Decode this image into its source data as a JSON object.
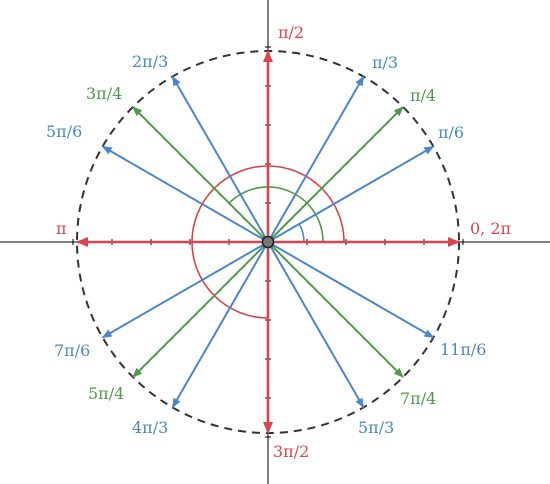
{
  "colors": {
    "blue": "#4a86c8",
    "green": "#4f9a4a",
    "red": "#d9454a",
    "circle": "#333333",
    "axis": "#000000"
  },
  "angles": [
    {
      "id": "0",
      "deg": 0,
      "label": "0, 2π",
      "group": "red"
    },
    {
      "id": "pi6",
      "deg": 30,
      "label": "π/6",
      "group": "blue"
    },
    {
      "id": "pi4",
      "deg": 45,
      "label": "π/4",
      "group": "green"
    },
    {
      "id": "pi3",
      "deg": 60,
      "label": "π/3",
      "group": "blue"
    },
    {
      "id": "pi2",
      "deg": 90,
      "label": "π/2",
      "group": "red"
    },
    {
      "id": "2pi3",
      "deg": 120,
      "label": "2π/3",
      "group": "blue"
    },
    {
      "id": "3pi4",
      "deg": 135,
      "label": "3π/4",
      "group": "green"
    },
    {
      "id": "5pi6",
      "deg": 150,
      "label": "5π/6",
      "group": "blue"
    },
    {
      "id": "pi",
      "deg": 180,
      "label": "π",
      "group": "red"
    },
    {
      "id": "7pi6",
      "deg": 210,
      "label": "7π/6",
      "group": "blue"
    },
    {
      "id": "5pi4",
      "deg": 225,
      "label": "5π/4",
      "group": "green"
    },
    {
      "id": "4pi3",
      "deg": 240,
      "label": "4π/3",
      "group": "blue"
    },
    {
      "id": "3pi2",
      "deg": 270,
      "label": "3π/2",
      "group": "red"
    },
    {
      "id": "5pi3",
      "deg": 300,
      "label": "5π/3",
      "group": "blue"
    },
    {
      "id": "7pi4",
      "deg": 315,
      "label": "7π/4",
      "group": "green"
    },
    {
      "id": "11pi6",
      "deg": 330,
      "label": "11π/6",
      "group": "blue"
    }
  ],
  "arcs": [
    {
      "group": "blue",
      "from_deg": 0,
      "to_deg": 30
    },
    {
      "group": "green",
      "from_deg": 0,
      "to_deg": 135
    },
    {
      "group": "red",
      "from_deg": 0,
      "to_deg": 270
    }
  ]
}
